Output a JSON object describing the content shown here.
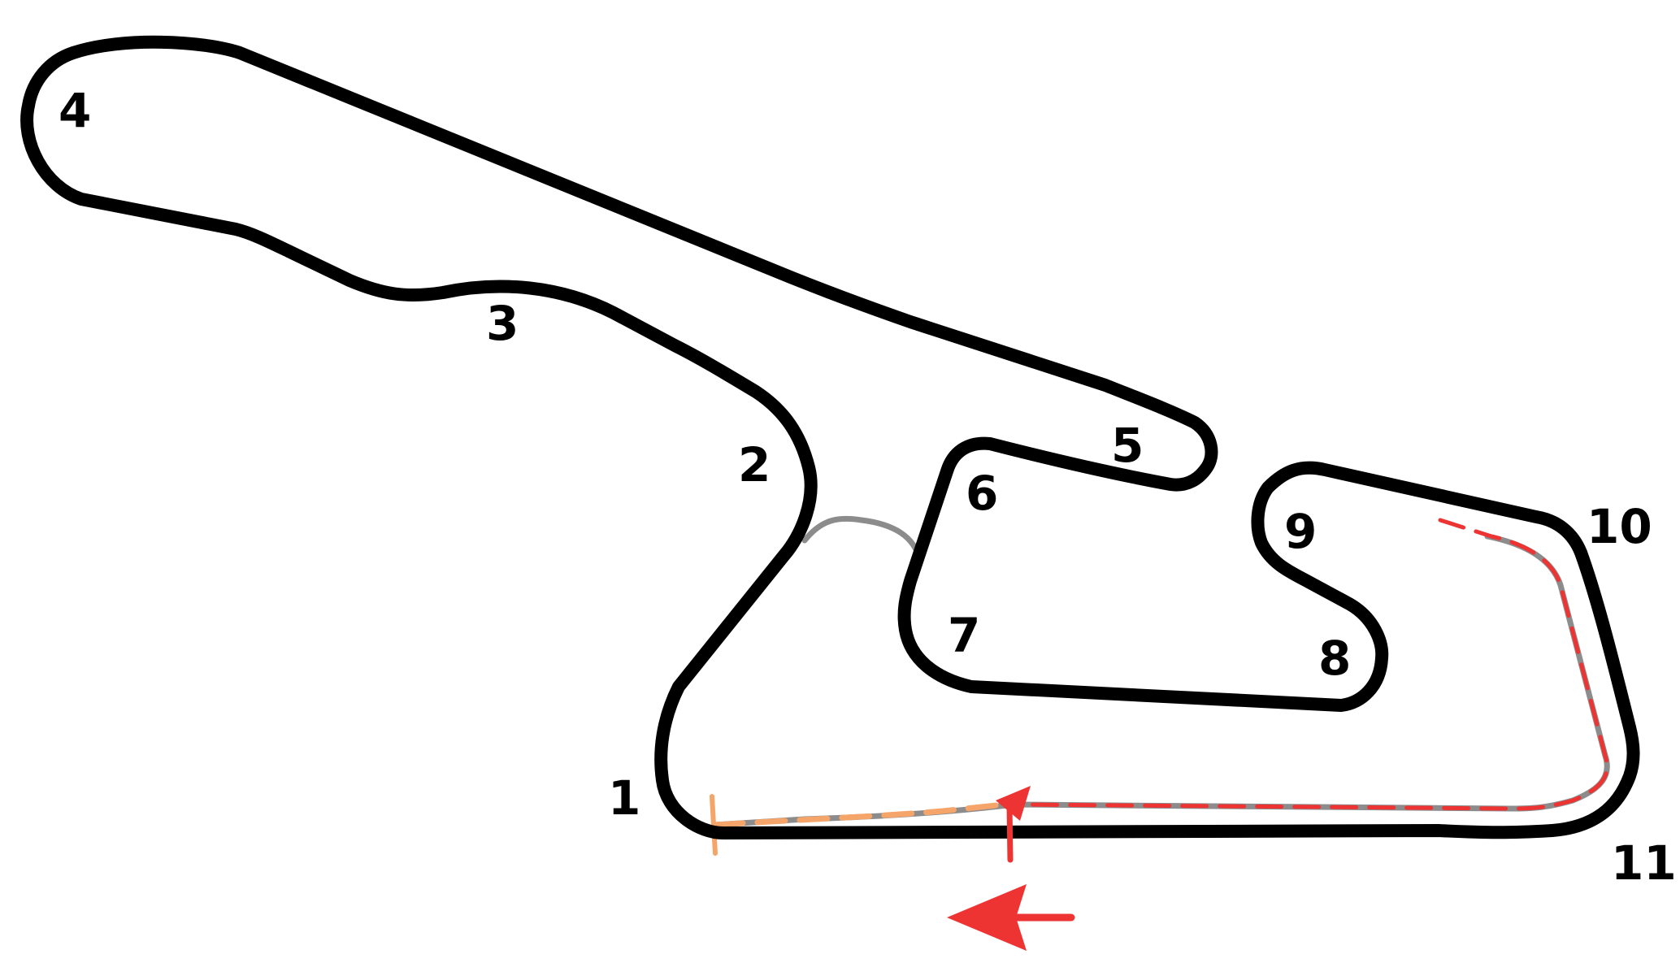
{
  "map": {
    "turns": [
      "1",
      "2",
      "3",
      "4",
      "5",
      "6",
      "7",
      "8",
      "9",
      "10",
      "11"
    ]
  },
  "colors": {
    "track": "#000000",
    "pit_lane": "#8c8c8c",
    "drs_zone": "#ee3333",
    "start_finish": "#f5a56a",
    "direction_arrow": "#ee3333",
    "background": "#ffffff"
  },
  "icons": {
    "direction": "arrow-left-icon",
    "pit_exit": "arrow-up-icon"
  }
}
